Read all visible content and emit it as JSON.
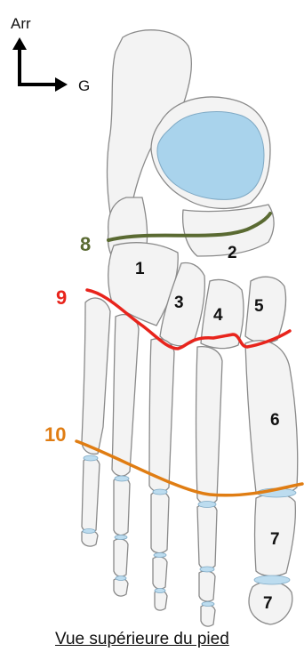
{
  "orientation": {
    "arr_label": "Arr",
    "g_label": "G"
  },
  "lines": [
    {
      "label": "8",
      "color": "#5a6a32"
    },
    {
      "label": "9",
      "color": "#e8241c"
    },
    {
      "label": "10",
      "color": "#e07d13"
    }
  ],
  "bone_labels": {
    "b1": "1",
    "b2": "2",
    "b3": "3",
    "b4": "4",
    "b5": "5",
    "b6": "6",
    "b7a": "7",
    "b7b": "7"
  },
  "caption": "Vue supérieure du pied",
  "colors": {
    "bone_fill": "#f3f3f3",
    "bone_stroke": "#8a8a8a",
    "talus_fill": "#a9d3ec",
    "joint_fill": "#bcdcef"
  }
}
